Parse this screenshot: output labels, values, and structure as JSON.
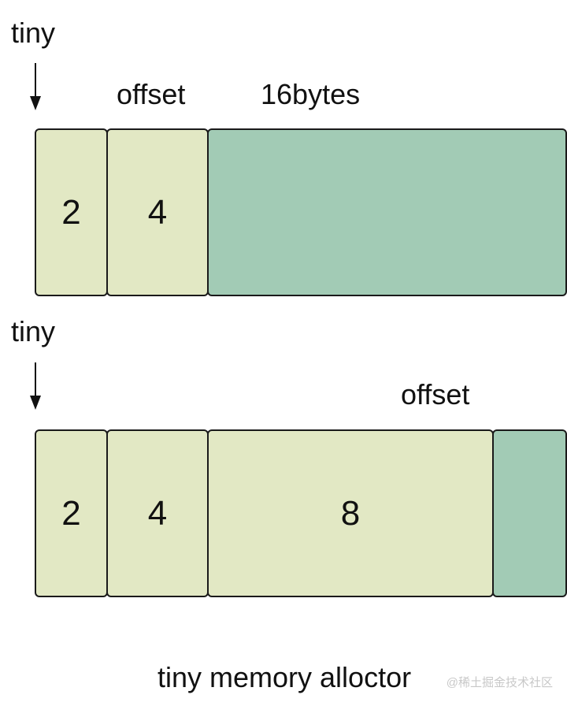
{
  "colors": {
    "used_cell": "#e2e8c4",
    "free_space": "#a2cbb5",
    "border": "#1a1a1a"
  },
  "diagram_top": {
    "pointer_label": "tiny",
    "offset_label": "offset",
    "size_label": "16bytes",
    "cells": [
      {
        "label": "2",
        "kind": "used"
      },
      {
        "label": "4",
        "kind": "used"
      },
      {
        "label": "",
        "kind": "free"
      }
    ]
  },
  "diagram_bottom": {
    "pointer_label": "tiny",
    "offset_label": "offset",
    "cells": [
      {
        "label": "2",
        "kind": "used"
      },
      {
        "label": "4",
        "kind": "used"
      },
      {
        "label": "8",
        "kind": "used"
      },
      {
        "label": "",
        "kind": "free"
      }
    ]
  },
  "caption": "tiny memory alloctor",
  "watermark": "@稀土掘金技术社区",
  "icons": {
    "pointer_arrow": "arrow-down-icon"
  }
}
